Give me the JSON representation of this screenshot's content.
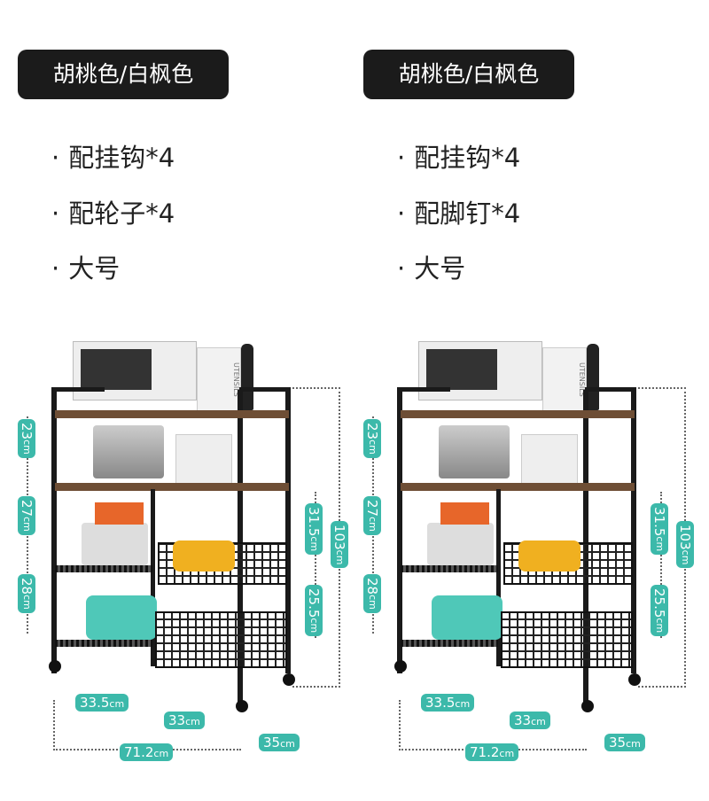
{
  "panels": [
    {
      "title": "胡桃色/白枫色",
      "features": [
        "配挂钩*4",
        "配轮子*4",
        "大号"
      ],
      "dims": {
        "shelf1": "23",
        "shelf2": "27",
        "shelf3": "28",
        "right_upper": "31.5",
        "right_lower": "25.5",
        "height": "103",
        "left_width": "33.5",
        "right_width": "33",
        "depth": "35",
        "total_width": "71.2",
        "unit": "cm"
      }
    },
    {
      "title": "胡桃色/白枫色",
      "features": [
        "配挂钩*4",
        "配脚钉*4",
        "大号"
      ],
      "dims": {
        "shelf1": "23",
        "shelf2": "27",
        "shelf3": "28",
        "right_upper": "31.5",
        "right_lower": "25.5",
        "height": "103",
        "left_width": "33.5",
        "right_width": "33",
        "depth": "35",
        "total_width": "71.2",
        "unit": "cm"
      }
    }
  ],
  "product_text": {
    "canister": "UTENSILS"
  },
  "colors": {
    "accent": "#3cb9aa",
    "title_bg": "#1b1b1b",
    "wood": "#6e4e35"
  }
}
